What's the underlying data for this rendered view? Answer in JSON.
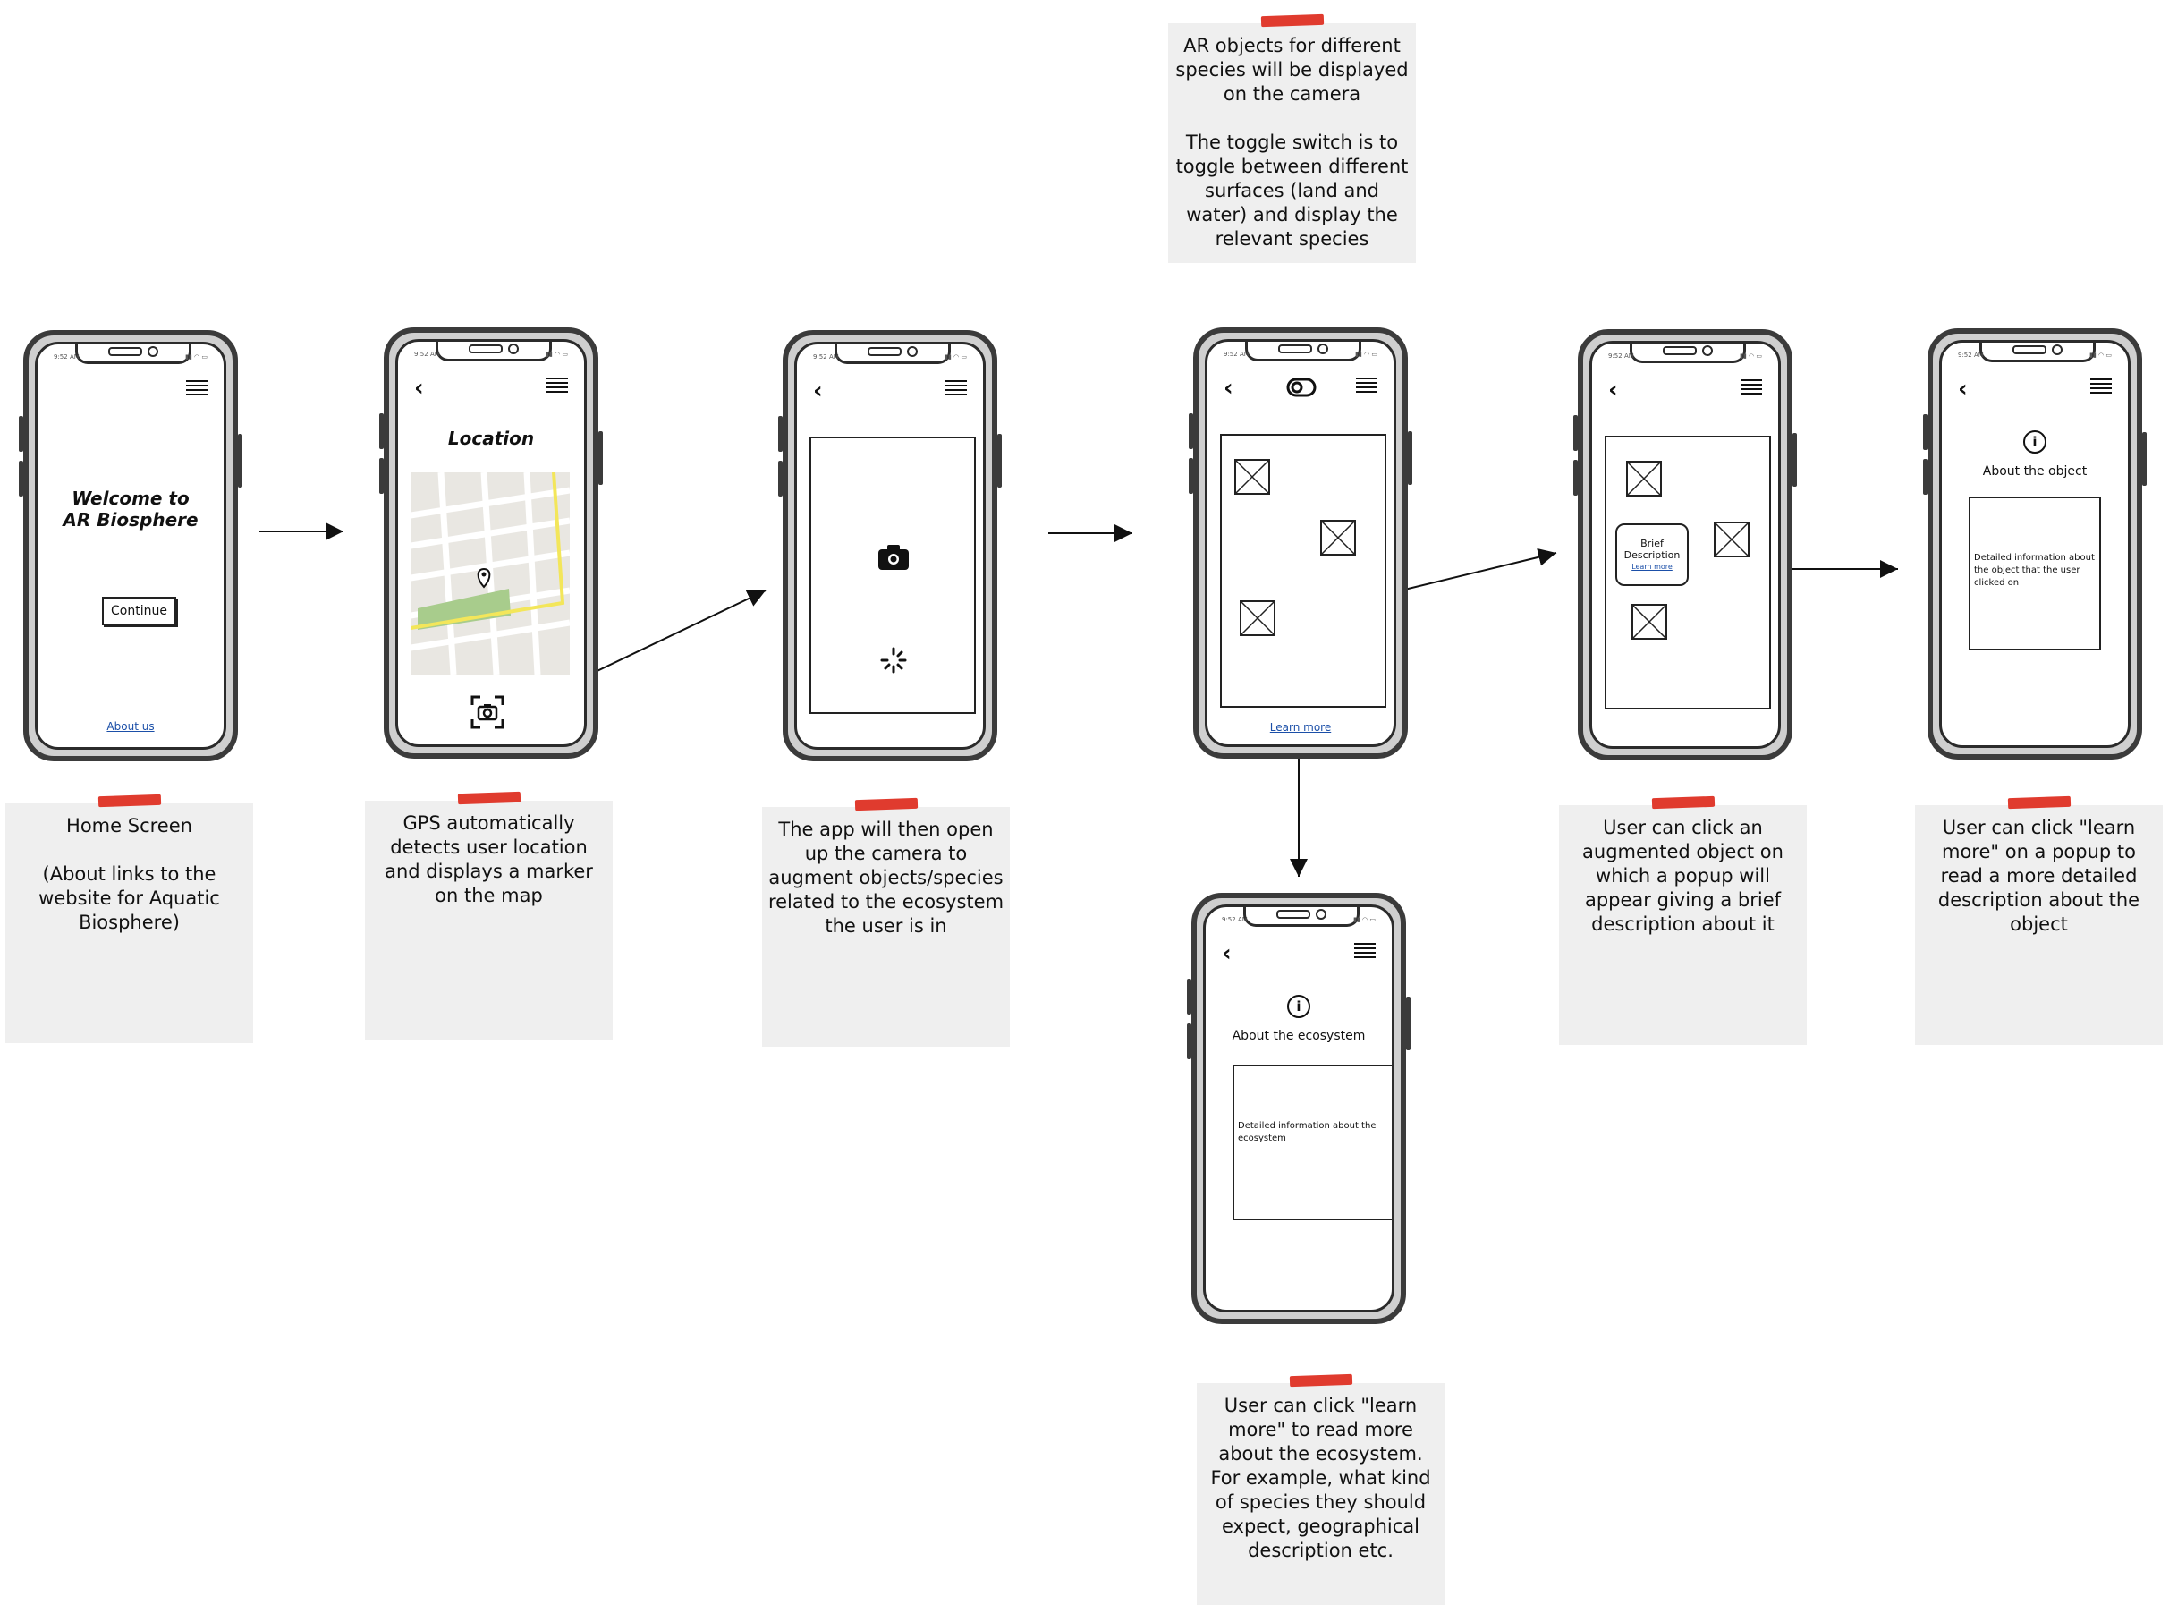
{
  "phones": {
    "home": {
      "status": "9:52 AM",
      "title_line1": "Welcome to",
      "title_line2": "AR Biosphere",
      "button": "Continue",
      "link": "About us",
      "icons": [
        "menu-icon"
      ]
    },
    "location": {
      "status": "9:52 AM",
      "title": "Location",
      "icons": [
        "back-icon",
        "menu-icon",
        "map-pin-icon",
        "scan-camera-icon"
      ]
    },
    "camera": {
      "status": "9:52 AM",
      "icons": [
        "back-icon",
        "menu-icon",
        "camera-icon",
        "loading-spinner-icon"
      ]
    },
    "ar_view": {
      "status": "9:52 AM",
      "link": "Learn more",
      "icons": [
        "back-icon",
        "toggle-switch-icon",
        "menu-icon",
        "image-placeholder-icon"
      ]
    },
    "popup": {
      "status": "9:52 AM",
      "popup_line1": "Brief",
      "popup_line2": "Description",
      "popup_link": "Learn more",
      "icons": [
        "back-icon",
        "menu-icon",
        "image-placeholder-icon"
      ]
    },
    "about_object": {
      "status": "9:52 AM",
      "heading": "About the object",
      "detail": "Detailed information about the object that the user clicked on",
      "icons": [
        "back-icon",
        "menu-icon",
        "info-icon"
      ]
    },
    "about_ecosystem": {
      "status": "9:52 AM",
      "heading": "About the ecosystem",
      "detail": "Detailed information about the ecosystem",
      "icons": [
        "back-icon",
        "menu-icon",
        "info-icon"
      ]
    }
  },
  "notes": {
    "home": "Home Screen\n\n(About links to the website for Aquatic Biosphere)",
    "location": "GPS automatically detects user location and displays a marker on the map",
    "camera": "The app will then open up the camera to augment objects/species related to the ecosystem the user is in",
    "ar_top": "AR objects for different species will be displayed on the camera\n\nThe toggle switch is to toggle between different surfaces (land and water) and display the relevant species",
    "popup": "User can click an augmented object on which a popup will appear giving a brief description about it",
    "about_object": "User can click \"learn more\" on a popup to read a more detailed description about the object",
    "about_ecosystem": "User can click \"learn more\" to read more about the ecosystem. For example, what kind of species they should expect, geographical description etc."
  },
  "colors": {
    "note_bg": "#efefef",
    "tape": "#e03b2e",
    "map_road_highlight": "#f3e65a",
    "map_park": "#a8cc8c",
    "link": "#1b4fa8"
  }
}
